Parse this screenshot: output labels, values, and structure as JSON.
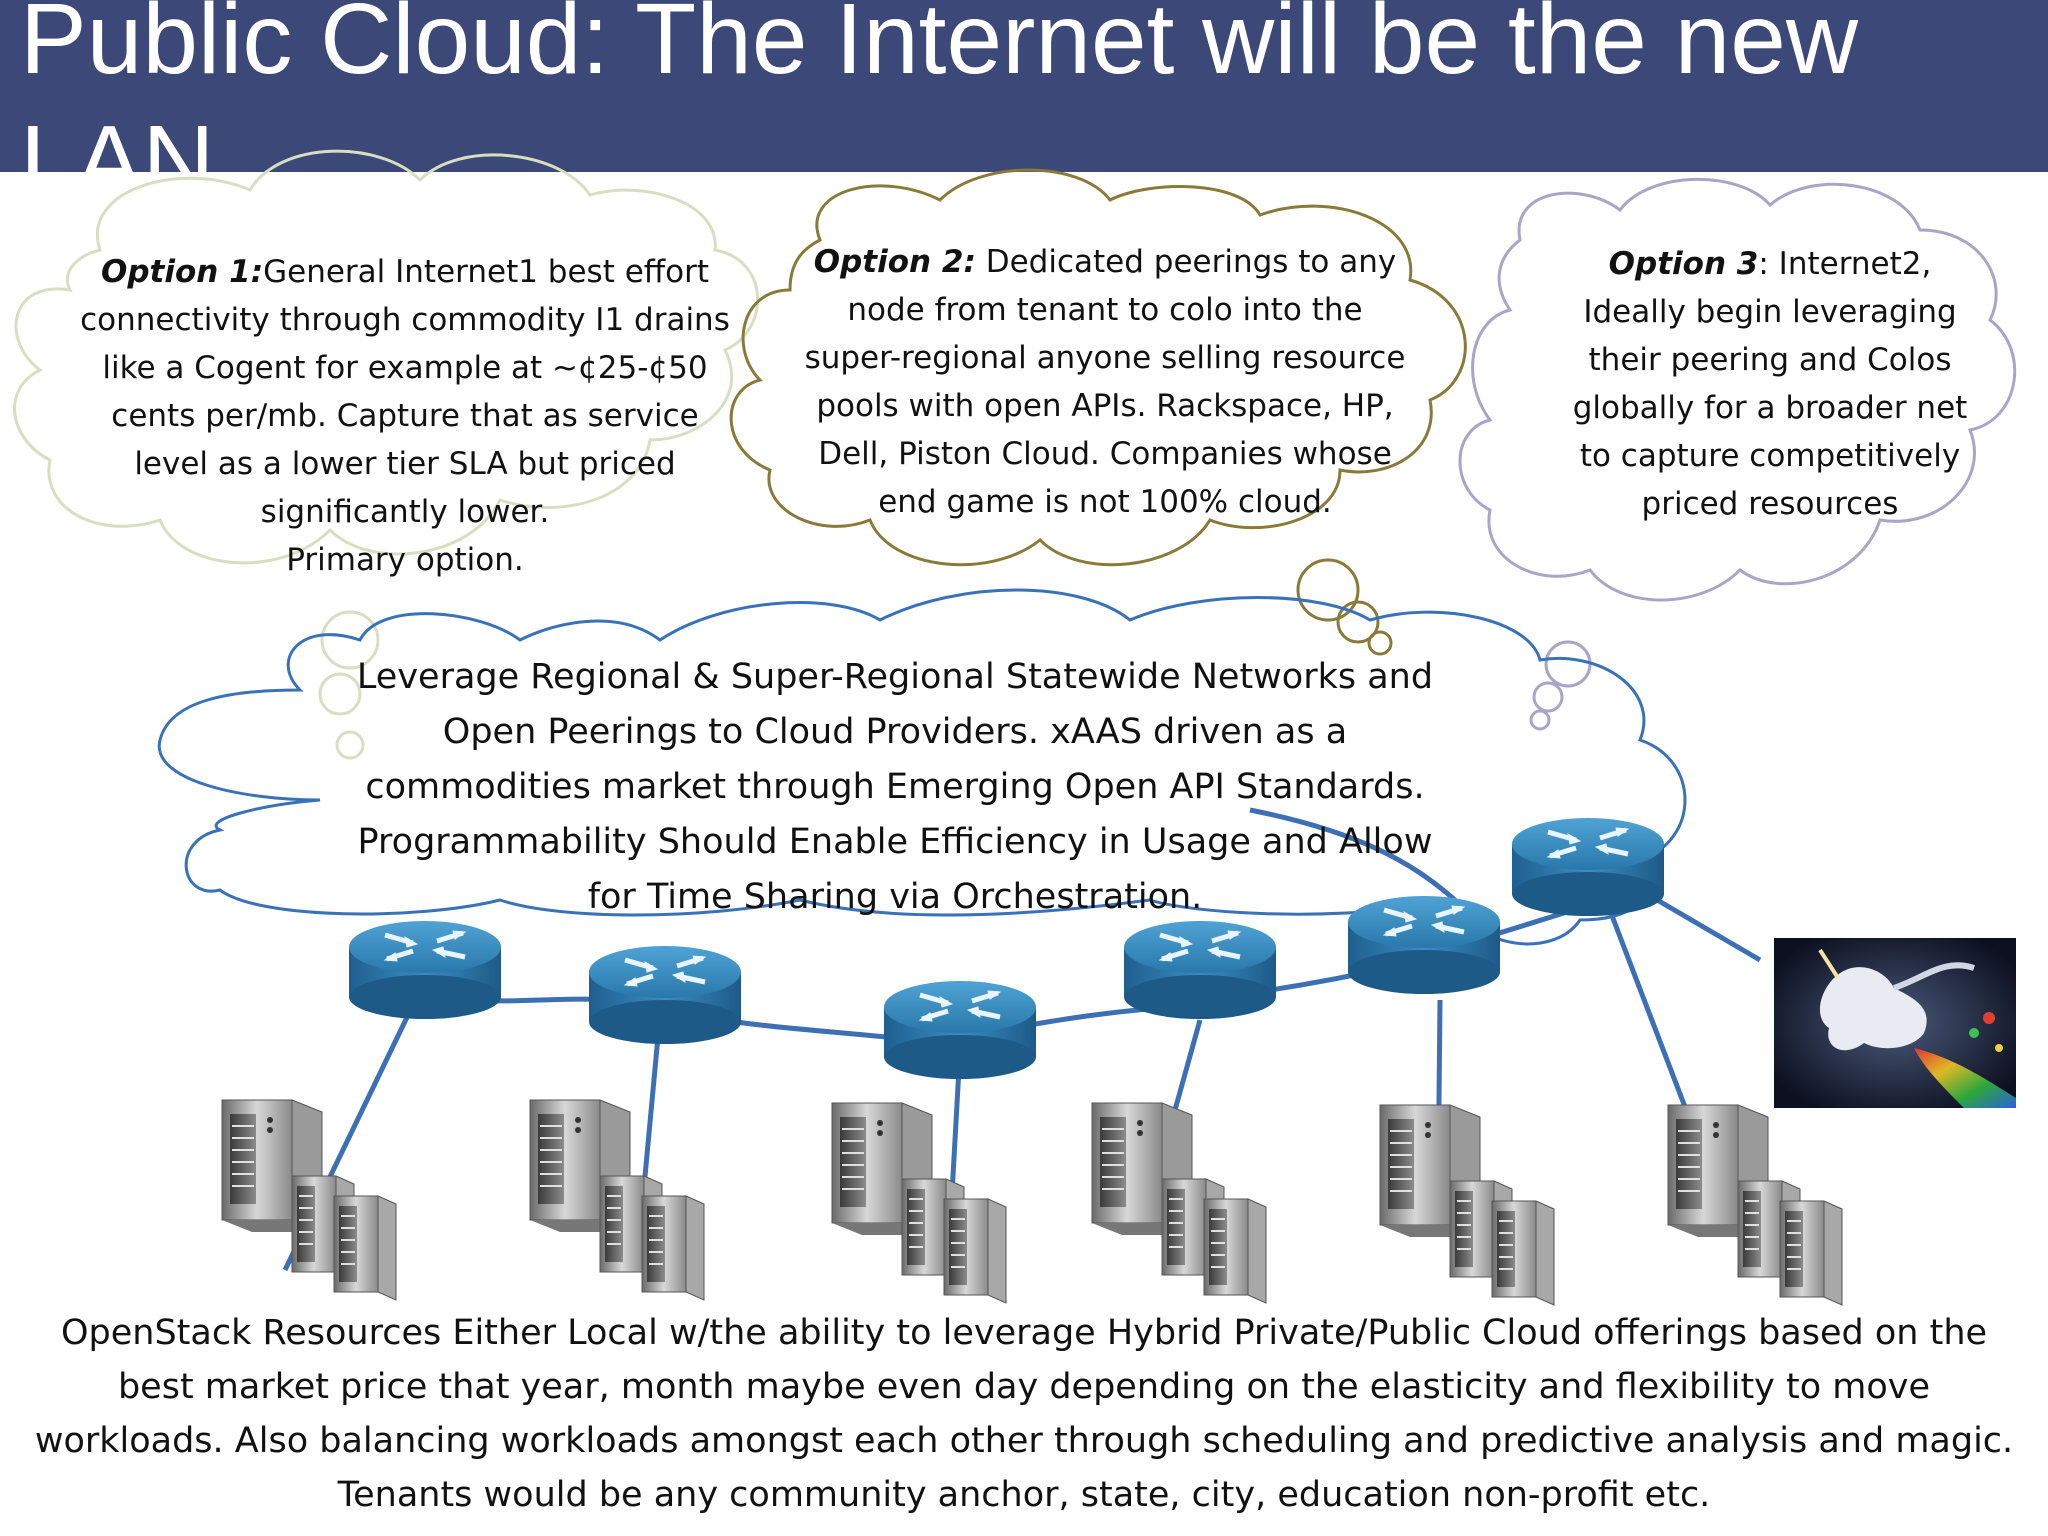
{
  "title": "Public Cloud: The Internet will be the new LAN",
  "option1": {
    "label": "Option 1:",
    "text": "General Internet1 best effort connectivity through commodity I1 drains like a Cogent for example at ~¢25-¢50 cents per/mb. Capture that as service level as a lower tier SLA but priced significantly lower.",
    "extra": "Primary option."
  },
  "option2": {
    "label": "Option 2:",
    "text": " Dedicated peerings to any node from tenant to colo into the super-regional anyone selling resource pools with open APIs. Rackspace, HP, Dell, Piston Cloud. Companies whose end game is not 100% cloud."
  },
  "option3": {
    "label": "Option 3",
    "text": ": Internet2, Ideally begin leveraging their peering and Colos globally for a broader net to capture competitively priced resources"
  },
  "main_cloud_text": "Leverage Regional & Super-Regional Statewide Networks and Open Peerings to Cloud Providers. xAAS driven as a commodities market through Emerging Open API Standards. Programmability Should Enable Efficiency in Usage and Allow for Time Sharing via Orchestration.",
  "bottom_text": "OpenStack Resources Either Local w/the ability to leverage Hybrid Private/Public Cloud offerings based on the best market price that year, month maybe even day depending on the elasticity and flexibility to move workloads. Also balancing workloads amongst each other through scheduling and predictive analysis and magic. Tenants would be any community anchor, state, city, education non-profit etc.",
  "colors": {
    "title_bar": "#3b4878",
    "cloud1": "#d8dfc0",
    "cloud2": "#8a7a3a",
    "cloud3": "#a9a4c8",
    "main_cloud": "#3a72b8",
    "router": "#2d7fb0",
    "link": "#3d6fb5"
  },
  "icons": [
    "router-icon",
    "server-icon",
    "unicorn-image"
  ]
}
